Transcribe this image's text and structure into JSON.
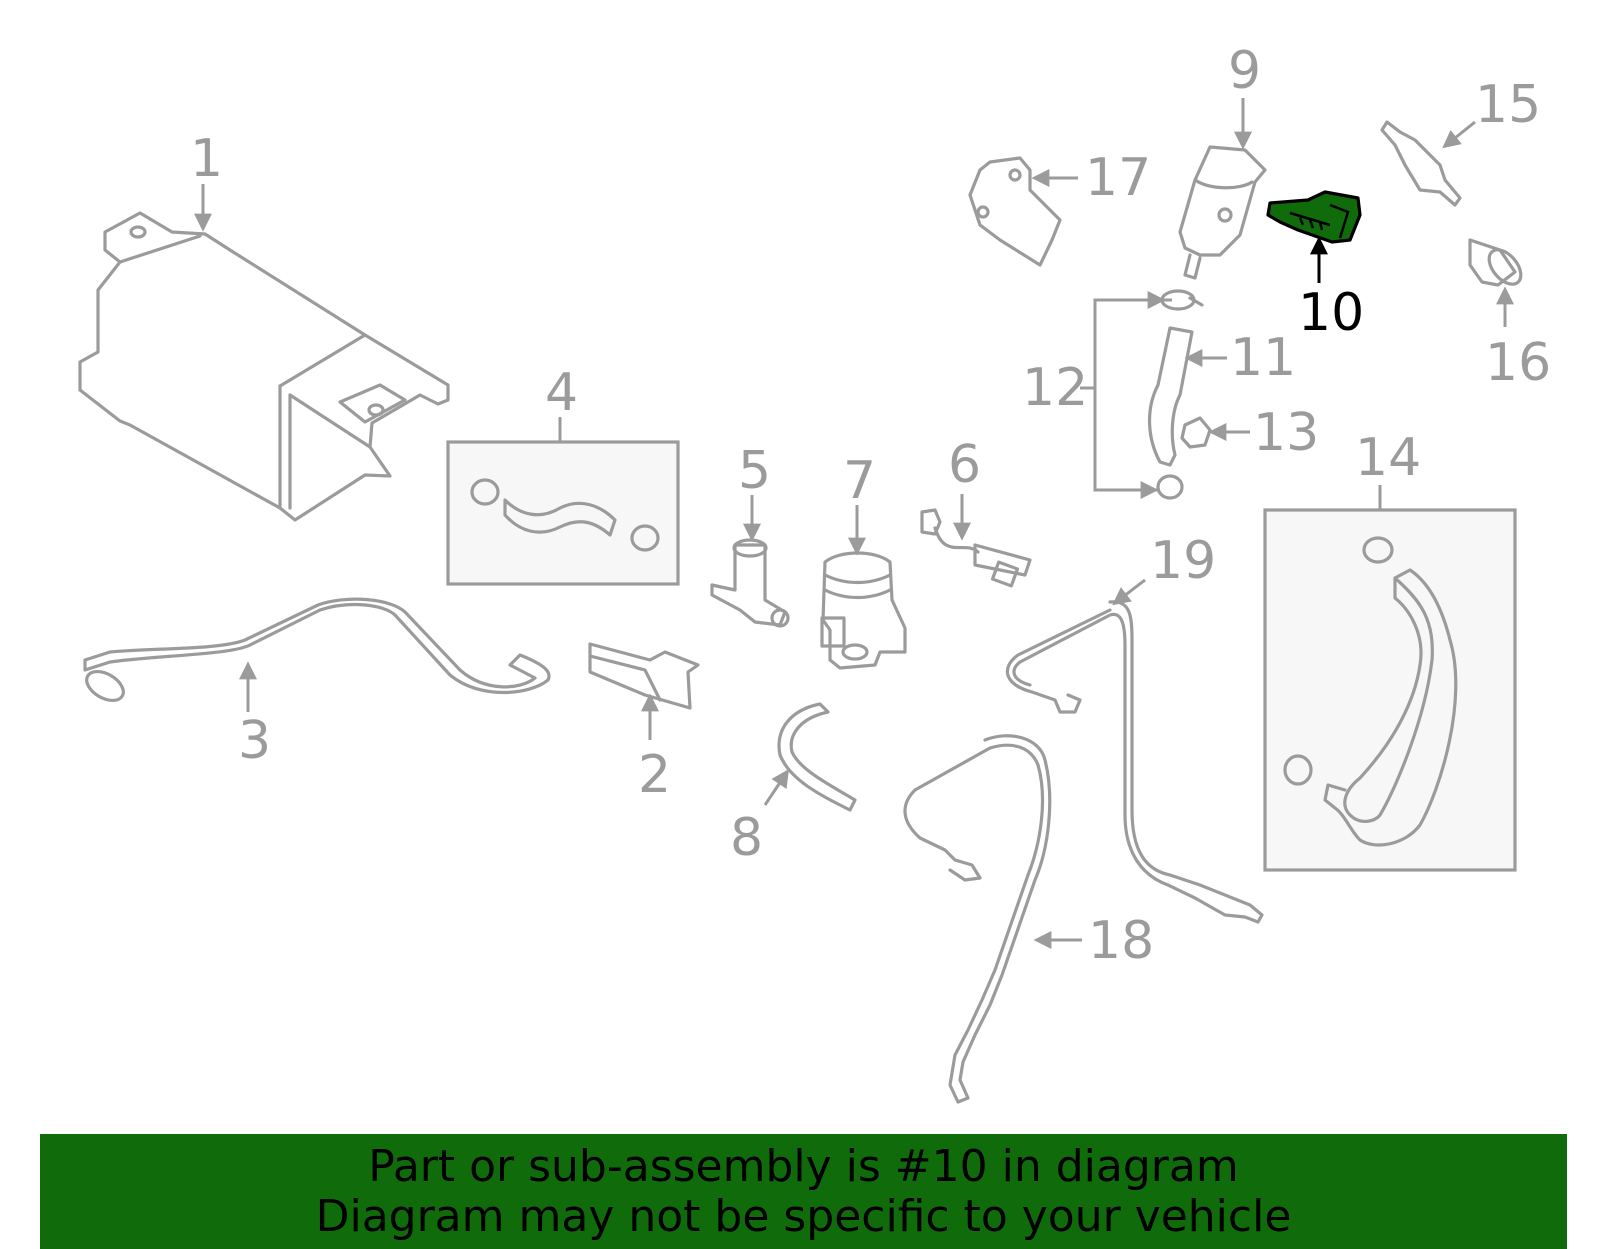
{
  "diagram": {
    "highlight_color": "#106b0b",
    "callouts": [
      "1",
      "2",
      "3",
      "4",
      "5",
      "6",
      "7",
      "8",
      "9",
      "10",
      "11",
      "12",
      "13",
      "14",
      "15",
      "16",
      "17",
      "18",
      "19"
    ],
    "highlighted_callout": "10"
  },
  "banner": {
    "line1": "Part or sub-assembly is #10 in diagram",
    "line2": "Diagram may not be specific to your vehicle",
    "background": "#106b0b"
  }
}
